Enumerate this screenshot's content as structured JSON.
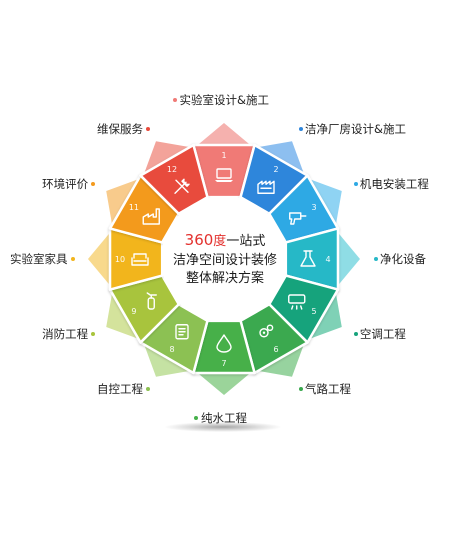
{
  "center": {
    "number": "360",
    "degree": "度",
    "line1_rest": "一站式",
    "line2": "洁净空间设计装修",
    "line3": "整体解决方案"
  },
  "segments": [
    {
      "num": "1",
      "label": "实验室设计&施工",
      "color": "#f07a76",
      "tip": "#f5b1ae",
      "icon": "laptop-icon"
    },
    {
      "num": "2",
      "label": "洁净厂房设计&施工",
      "color": "#2f86db",
      "tip": "#8dbff0",
      "icon": "factory-icon"
    },
    {
      "num": "3",
      "label": "机电安装工程",
      "color": "#2ea9e4",
      "tip": "#8fd3f3",
      "icon": "drill-icon"
    },
    {
      "num": "4",
      "label": "净化设备",
      "color": "#27b8c7",
      "tip": "#8fdde5",
      "icon": "flask-icon"
    },
    {
      "num": "5",
      "label": "空调工程",
      "color": "#17a37c",
      "tip": "#7fd1b6",
      "icon": "air-conditioner-icon"
    },
    {
      "num": "6",
      "label": "气路工程",
      "color": "#3aa94f",
      "tip": "#97d39f",
      "icon": "gears-icon"
    },
    {
      "num": "7",
      "label": "纯水工程",
      "color": "#46b04a",
      "tip": "#9bd49a",
      "icon": "water-drop-icon"
    },
    {
      "num": "8",
      "label": "自控工程",
      "color": "#8cc152",
      "tip": "#c5e2a3",
      "icon": "control-panel-icon"
    },
    {
      "num": "9",
      "label": "消防工程",
      "color": "#a8c43c",
      "tip": "#d4e39c",
      "icon": "fire-extinguisher-icon"
    },
    {
      "num": "10",
      "label": "实验室家具",
      "color": "#f2b51d",
      "tip": "#f8d98c",
      "icon": "sofa-icon"
    },
    {
      "num": "11",
      "label": "环境评价",
      "color": "#f39a1d",
      "tip": "#f8cb8c",
      "icon": "factory-chimney-icon"
    },
    {
      "num": "12",
      "label": "维保服务",
      "color": "#e84b3c",
      "tip": "#f3a39a",
      "icon": "tools-icon"
    }
  ]
}
